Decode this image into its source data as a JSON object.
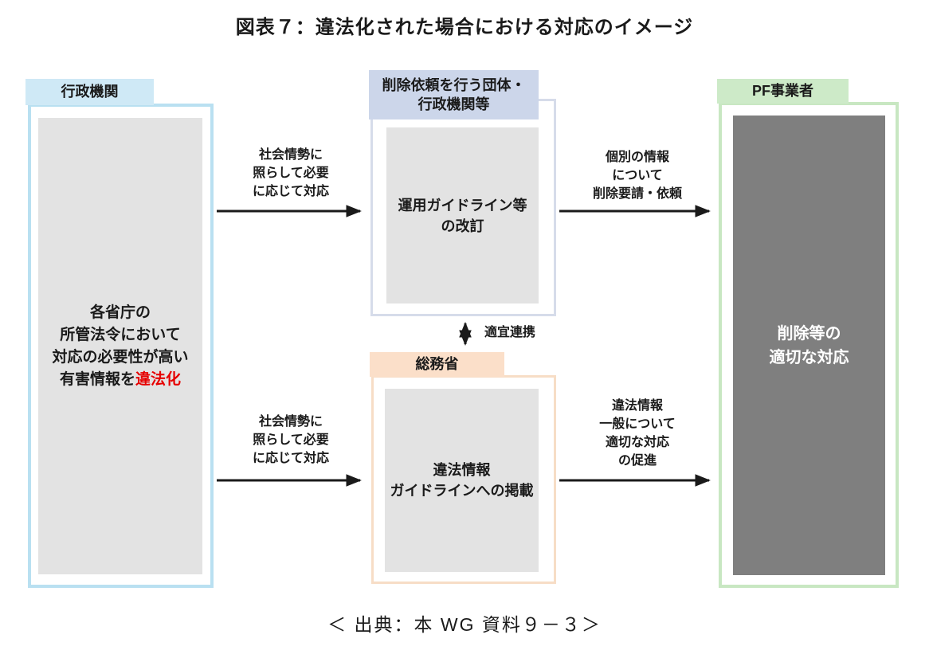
{
  "title": "図表７：違法化された場合における対応のイメージ",
  "source_caption": "＜ 出典：本 WG 資料９－３＞",
  "colors": {
    "left_label_bg": "#cfe9f6",
    "left_border": "#b9e0f1",
    "mid_top_label_bg": "#ccd6ea",
    "mid_top_border": "#d6dcea",
    "mid_bottom_label_bg": "#fbdfc9",
    "mid_bottom_border": "#f7ddc6",
    "right_label_bg": "#cdeac8",
    "right_border": "#c8e7c2",
    "inner_box_gray": "#e3e3e3",
    "inner_box_dark": "#7f7f7f",
    "highlight_red": "#e60000",
    "arrow_black": "#1a1a1a"
  },
  "left_box": {
    "label": "行政機関",
    "body_line1": "各省庁の",
    "body_line2": "所管法令において",
    "body_line3": "対応の必要性が高い",
    "body_line4_prefix": "有害情報を",
    "body_line4_highlight": "違法化"
  },
  "mid_top_box": {
    "label_line1": "削除依頼を行う団体・",
    "label_line2": "行政機関等",
    "body_line1": "運用ガイドライン等",
    "body_line2": "の改訂"
  },
  "mid_bottom_box": {
    "label": "総務省",
    "body_line1": "違法情報",
    "body_line2": "ガイドラインへの掲載"
  },
  "right_box": {
    "label": "PF事業者",
    "body_line1": "削除等の",
    "body_line2": "適切な対応"
  },
  "arrows": {
    "top_left": {
      "line1": "社会情勢に",
      "line2": "照らして必要",
      "line3": "に応じて対応"
    },
    "top_right": {
      "line1": "個別の情報",
      "line2": "について",
      "line3": "削除要請・依頼"
    },
    "link": {
      "label": "適宜連携"
    },
    "bottom_left": {
      "line1": "社会情勢に",
      "line2": "照らして必要",
      "line3": "に応じて対応"
    },
    "bottom_right": {
      "line1": "違法情報",
      "line2": "一般について",
      "line3": "適切な対応",
      "line4": "の促進"
    }
  }
}
